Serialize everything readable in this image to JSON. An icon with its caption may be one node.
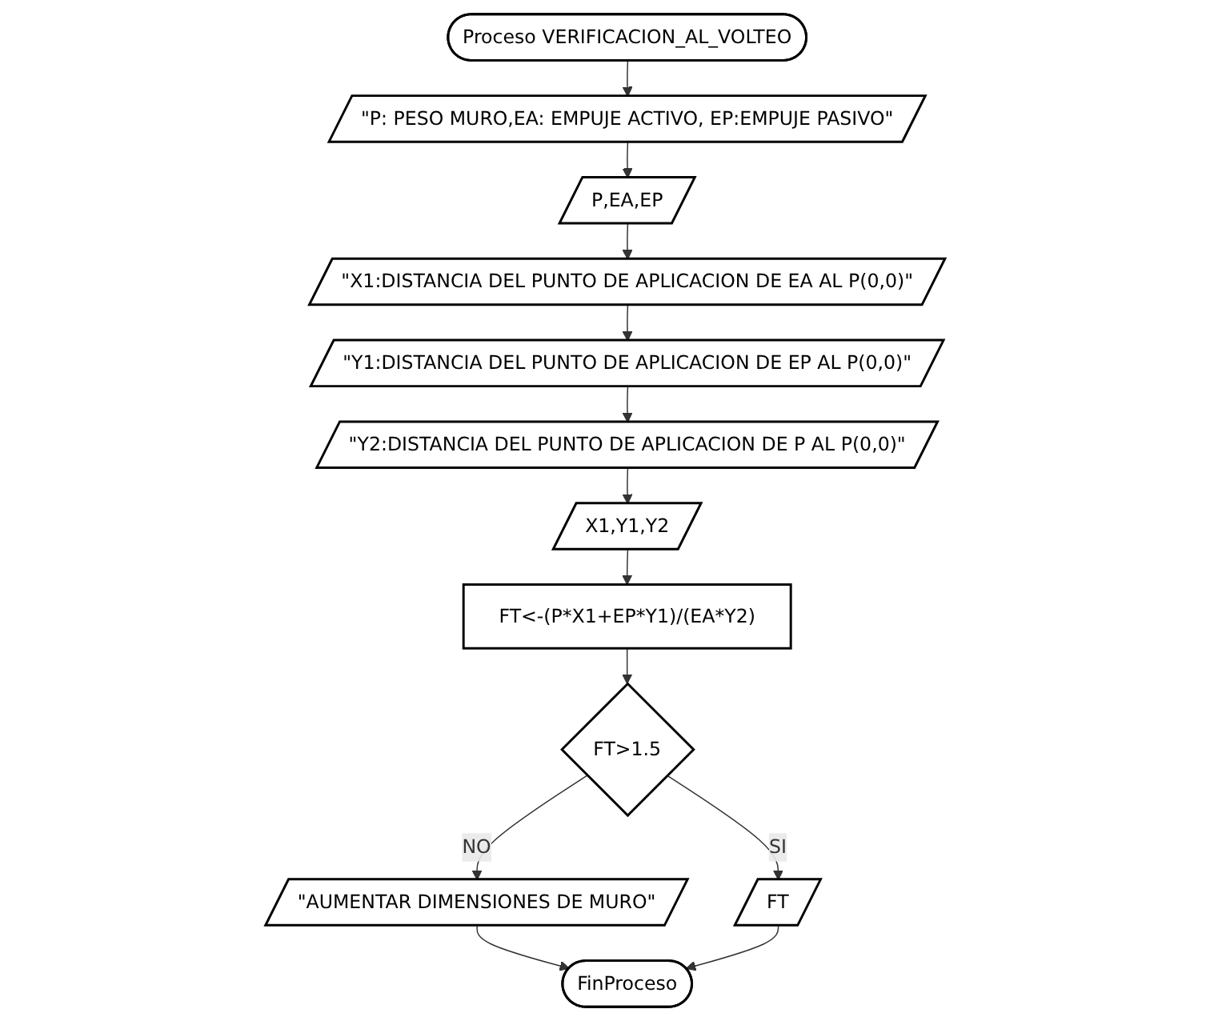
{
  "diagram": {
    "nodes": [
      {
        "text": [
          "Proceso VERIFICACION_AL_VOLTEO"
        ]
      },
      {
        "text": [
          "\"P: PESO MURO,EA: EMPUJE ACTIVO, EP:EMPUJE PASIVO\""
        ]
      },
      {
        "text": [
          "P,EA,EP"
        ]
      },
      {
        "text": [
          "\"X1:DISTANCIA DEL PUNTO DE APLICACION DE EA AL P(0,0)\""
        ]
      },
      {
        "text": [
          "\"Y1:DISTANCIA DEL PUNTO DE APLICACION DE EP AL P(0,0)\""
        ]
      },
      {
        "text": [
          "\"Y2:DISTANCIA DEL PUNTO DE APLICACION DE P AL P(0,0)\""
        ]
      },
      {
        "text": [
          "X1,Y1,Y2"
        ]
      },
      {
        "text": [
          "FT<-(P*X1+EP*Y1)/(EA*Y2)"
        ]
      },
      {
        "text": [
          "FT>1.5"
        ]
      },
      {
        "text": [
          "\"AUMENTAR DIMENSIONES DE MURO\""
        ]
      },
      {
        "text": [
          "FT"
        ]
      },
      {
        "text": [
          "FinProceso"
        ]
      }
    ],
    "edges": [
      {
        "from": 0,
        "to": 1,
        "arrow": "to"
      },
      {
        "from": 1,
        "to": 2,
        "arrow": "to"
      },
      {
        "from": 2,
        "to": 3,
        "arrow": "to"
      },
      {
        "from": 3,
        "to": 4,
        "arrow": "to"
      },
      {
        "from": 4,
        "to": 5,
        "arrow": "to"
      },
      {
        "from": 5,
        "to": 6,
        "arrow": "to"
      },
      {
        "from": 6,
        "to": 7,
        "arrow": "to"
      },
      {
        "from": 7,
        "to": 8,
        "arrow": "to"
      },
      {
        "from": 8,
        "to": 9,
        "arrow": "to",
        "label": "NO"
      },
      {
        "from": 8,
        "to": 10,
        "arrow": "to",
        "label": "SI"
      },
      {
        "from": 9,
        "to": 11,
        "arrow": "to"
      },
      {
        "from": 10,
        "to": 11,
        "arrow": "to"
      }
    ]
  }
}
